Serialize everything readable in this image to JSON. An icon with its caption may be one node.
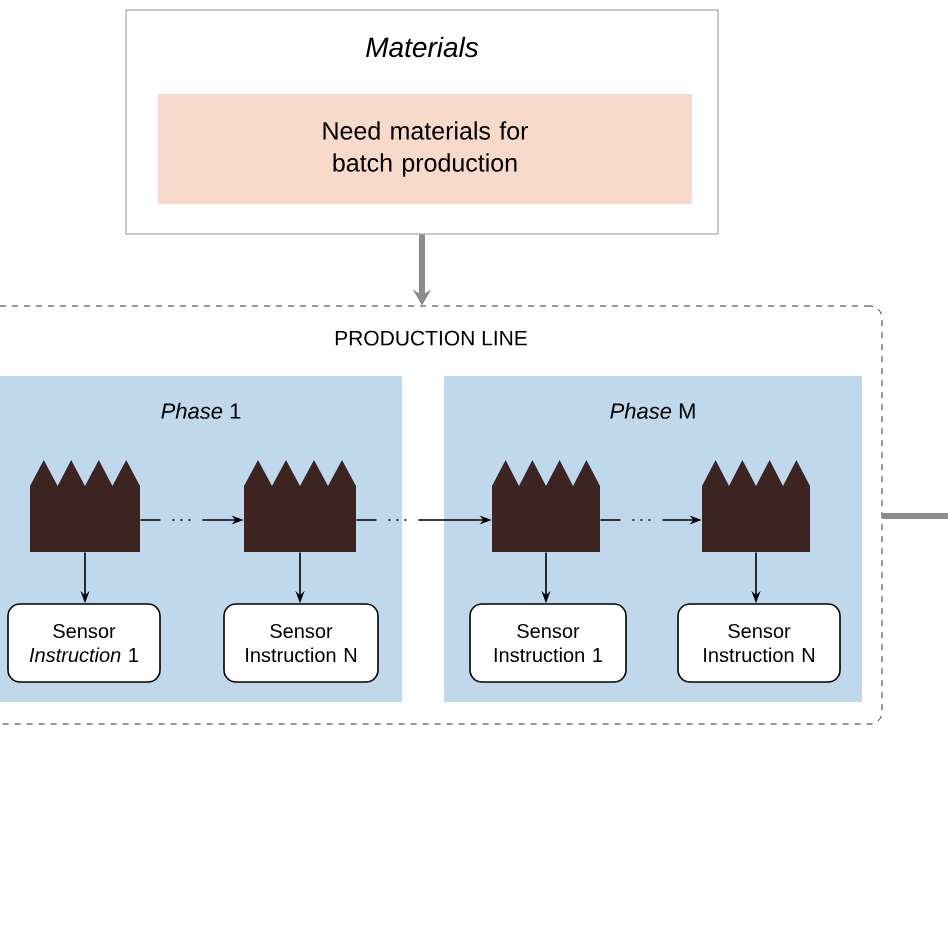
{
  "diagram": {
    "nodes": [
      {
        "text": [
          "*Materials*"
        ]
      },
      {
        "text": [
          "Need materials for batch production"
        ],
        "in": 0
      },
      {
        "text": [
          "PRODUCTION LINE"
        ]
      },
      {
        "text": [
          "*Phase* 1"
        ],
        "in": 2
      },
      {
        "text": [],
        "shape": "factory",
        "in": 3
      },
      {
        "text": [],
        "shape": "factory",
        "in": 3
      },
      {
        "text": [
          "Sensor *Instruction* 1"
        ],
        "in": 3
      },
      {
        "text": [
          "Sensor Instruction N"
        ],
        "in": 3
      },
      {
        "text": [
          "*Phase* M"
        ],
        "in": 2
      },
      {
        "text": [],
        "shape": "factory",
        "in": 8
      },
      {
        "text": [],
        "shape": "factory",
        "in": 8
      },
      {
        "text": [
          "Sensor Instruction 1"
        ],
        "in": 8
      },
      {
        "text": [
          "Sensor Instruction N"
        ],
        "in": 8
      }
    ],
    "edges": [
      {
        "from": 0,
        "to": 2,
        "arrow": "to",
        "style": "thick",
        "color": "#8c8c8c"
      },
      {
        "from": 4,
        "to": 5,
        "arrow": "to",
        "style": "dashed"
      },
      {
        "from": 4,
        "to": 6,
        "arrow": "to"
      },
      {
        "from": 5,
        "to": 7,
        "arrow": "to"
      },
      {
        "from": 5,
        "to": 9,
        "arrow": "to",
        "style": "dashed"
      },
      {
        "from": 9,
        "to": 10,
        "arrow": "to",
        "style": "dashed"
      },
      {
        "from": 9,
        "to": 11,
        "arrow": "to"
      },
      {
        "from": 10,
        "to": 12,
        "arrow": "to"
      },
      {
        "from": 2,
        "to": null,
        "arrow": "none",
        "style": "thick",
        "color": "#8c8c8c"
      }
    ]
  }
}
